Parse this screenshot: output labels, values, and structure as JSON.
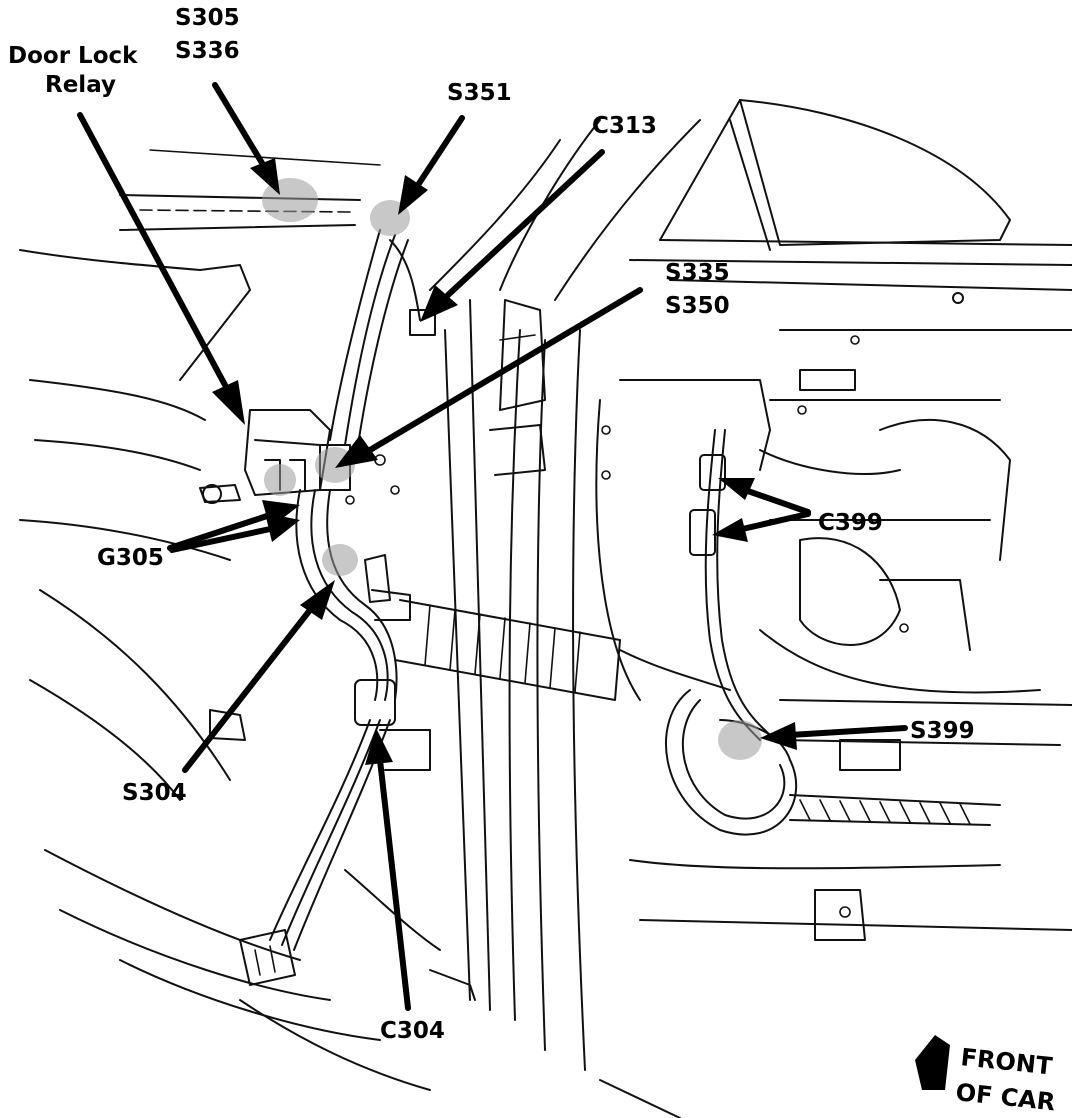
{
  "labels": {
    "s305": "S305",
    "s336": "S336",
    "door_lock_1": "Door Lock",
    "door_lock_2": "Relay",
    "s351": "S351",
    "c313": "C313",
    "s335": "S335",
    "s350": "S350",
    "c399": "C399",
    "g305": "G305",
    "s399": "S399",
    "s304": "S304",
    "c304": "C304",
    "front_1": "FRONT",
    "front_2": "OF CAR"
  },
  "colors": {
    "line": "#111111",
    "background": "#ffffff",
    "shade": "#9a9a9a"
  }
}
